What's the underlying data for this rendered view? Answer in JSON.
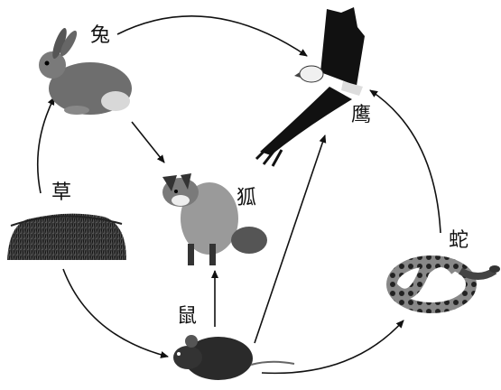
{
  "organisms": {
    "grass": "草",
    "rabbit": "兔",
    "fox": "狐",
    "mouse": "鼠",
    "eagle": "鹰",
    "snake": "蛇"
  },
  "food_chain_links": [
    [
      "草",
      "兔"
    ],
    [
      "草",
      "鼠"
    ],
    [
      "兔",
      "狐"
    ],
    [
      "兔",
      "鹰"
    ],
    [
      "鼠",
      "狐"
    ],
    [
      "鼠",
      "鹰"
    ],
    [
      "鼠",
      "蛇"
    ],
    [
      "蛇",
      "鹰"
    ]
  ]
}
